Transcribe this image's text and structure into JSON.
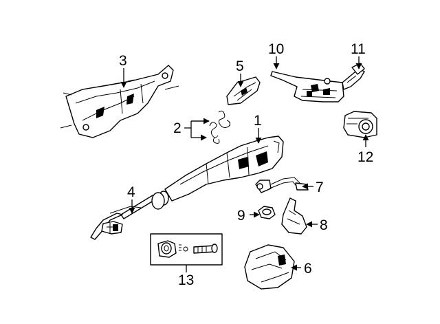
{
  "diagram": {
    "callouts": [
      {
        "id": "c1",
        "label": "1"
      },
      {
        "id": "c2",
        "label": "2"
      },
      {
        "id": "c3",
        "label": "3"
      },
      {
        "id": "c4",
        "label": "4"
      },
      {
        "id": "c5",
        "label": "5"
      },
      {
        "id": "c6",
        "label": "6"
      },
      {
        "id": "c7",
        "label": "7"
      },
      {
        "id": "c8",
        "label": "8"
      },
      {
        "id": "c9",
        "label": "9"
      },
      {
        "id": "c10",
        "label": "10"
      },
      {
        "id": "c11",
        "label": "11"
      },
      {
        "id": "c12",
        "label": "12"
      },
      {
        "id": "c13",
        "label": "13"
      }
    ]
  }
}
